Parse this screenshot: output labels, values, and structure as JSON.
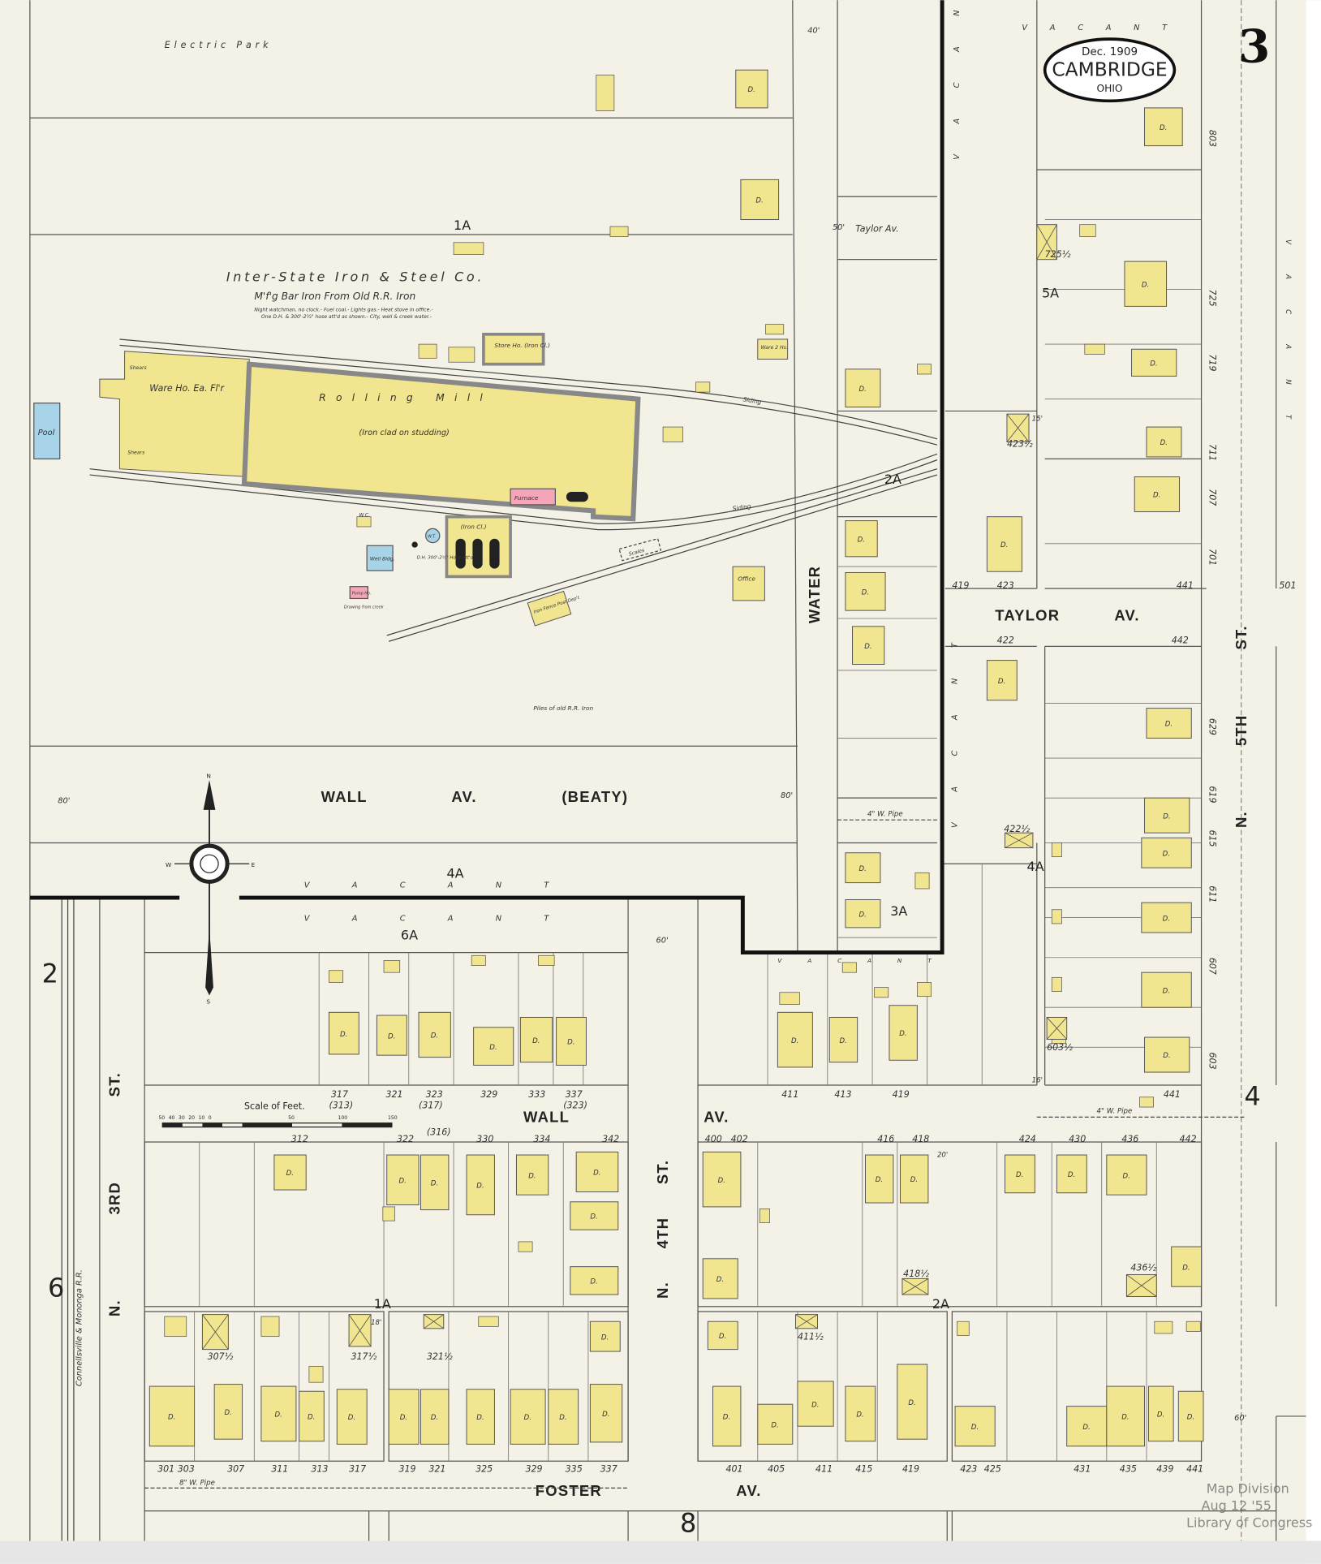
{
  "title_cartouche": {
    "date": "Dec. 1909",
    "city": "CAMBRIDGE",
    "state": "OHIO"
  },
  "sheet_number": "3",
  "adjacent_sheets": {
    "left_top": "2",
    "left_bottom": "6",
    "right": "4",
    "bottom": "8"
  },
  "colors": {
    "frame_brick": "#f4a6b8",
    "frame": "#f2e58f",
    "stone_concrete": "#a8d4ea",
    "paper": "#f4f2e6"
  },
  "industry": {
    "name": "Inter-State Iron & Steel Co.",
    "product": "M'f'g Bar Iron From Old R.R. Iron",
    "notes_1": "Night watchman, no clock.- Fuel coal.- Lights gas.- Heat stove in office.-",
    "notes_2": "One D.H. & 300'-2½\" hose att'd as shown.- City, well & creek water.-",
    "rolling_mill": "Rolling Mill",
    "rolling_mill_sub": "(Iron clad on studding)",
    "warehouse": "Ware Ho. Ea. Fl'r",
    "shears_1": "Shears",
    "shears_2": "Shears",
    "furnace": "Furnace",
    "store_ho": "Store Ho. (Iron Cl.)",
    "iron_cl": "(Iron Cl.)",
    "well_bldg": "Well Bldg.",
    "wt": "W.T.",
    "dh": "D.H. 300'-2½\" Hose Att'd",
    "pump_ho": "Pump Ho.",
    "pump_note": "Drawing from creek",
    "iron_fence": "Iron Fence Post Dep't",
    "office": "Office",
    "scales": "Scales",
    "siding_1": "Siding",
    "siding_2": "Siding",
    "piles": "Piles of old R.R. Iron",
    "ware_2": "Ware 2 Hs.",
    "wc": "W.C.",
    "pool": "Pool",
    "pump": "Pump Ho."
  },
  "places": {
    "electric_park": "Electric Park",
    "vacant": "V A C A N T"
  },
  "streets": {
    "wall_beaty": "WALL AV. (BEATY)",
    "wall": "WALL AV.",
    "water": "WATER",
    "taylor": "TAYLOR AV.",
    "taylor_small": "Taylor Av.",
    "n5th": "N. 5TH ST.",
    "n4th": "N. 4TH ST.",
    "n3rd": "N. 3RD ST.",
    "foster": "FOSTER AV.",
    "railroad": "Connellsville & Mononga R.R."
  },
  "fire_districts": [
    "1A",
    "2A",
    "3A",
    "4A",
    "5A",
    "6A",
    "1A",
    "2A",
    "4A"
  ],
  "pipes": {
    "p4": "4\" W. Pipe",
    "p8": "8\" W. Pipe",
    "p4b": "4\" W. Pipe"
  },
  "scale": {
    "title": "Scale of Feet.",
    "ticks": [
      "50",
      "40",
      "30",
      "20",
      "10",
      "0",
      "50",
      "100",
      "150"
    ]
  },
  "compass": {
    "n": "N",
    "s": "S",
    "e": "E",
    "w": "W"
  },
  "dwelling_label": "D.",
  "house_numbers": {
    "wall_north": [
      "317",
      "321",
      "323",
      "329",
      "333",
      "337",
      "411",
      "413",
      "419",
      "441"
    ],
    "wall_north_old": [
      "(313)",
      "(317)",
      "(323)"
    ],
    "wall_south": [
      "312",
      "322",
      "(316)",
      "330",
      "334",
      "342",
      "400",
      "402",
      "416",
      "418",
      "424",
      "430",
      "436",
      "442"
    ],
    "foster_north": [
      "301",
      "303",
      "307",
      "311",
      "313",
      "317",
      "319",
      "321",
      "325",
      "329",
      "335",
      "337",
      "401",
      "405",
      "411",
      "415",
      "419",
      "423",
      "425",
      "431",
      "435",
      "439",
      "441"
    ],
    "taylor": [
      "419",
      "423",
      "422",
      "442",
      "441",
      "501"
    ],
    "n5th": [
      "803",
      "725",
      "719",
      "711",
      "707",
      "701",
      "629",
      "619",
      "615",
      "611",
      "607",
      "603"
    ],
    "mid": [
      "307½",
      "317½",
      "321½",
      "411½",
      "418½",
      "436½",
      "422½",
      "423½",
      "725½",
      "603½"
    ]
  },
  "widths": [
    "40'",
    "50'",
    "60'",
    "80'",
    "15'",
    "16'",
    "18'",
    "20'"
  ],
  "stamp": {
    "line1": "Map Division",
    "line2": "Aug 12 '55",
    "line3": "Library of Congress"
  }
}
